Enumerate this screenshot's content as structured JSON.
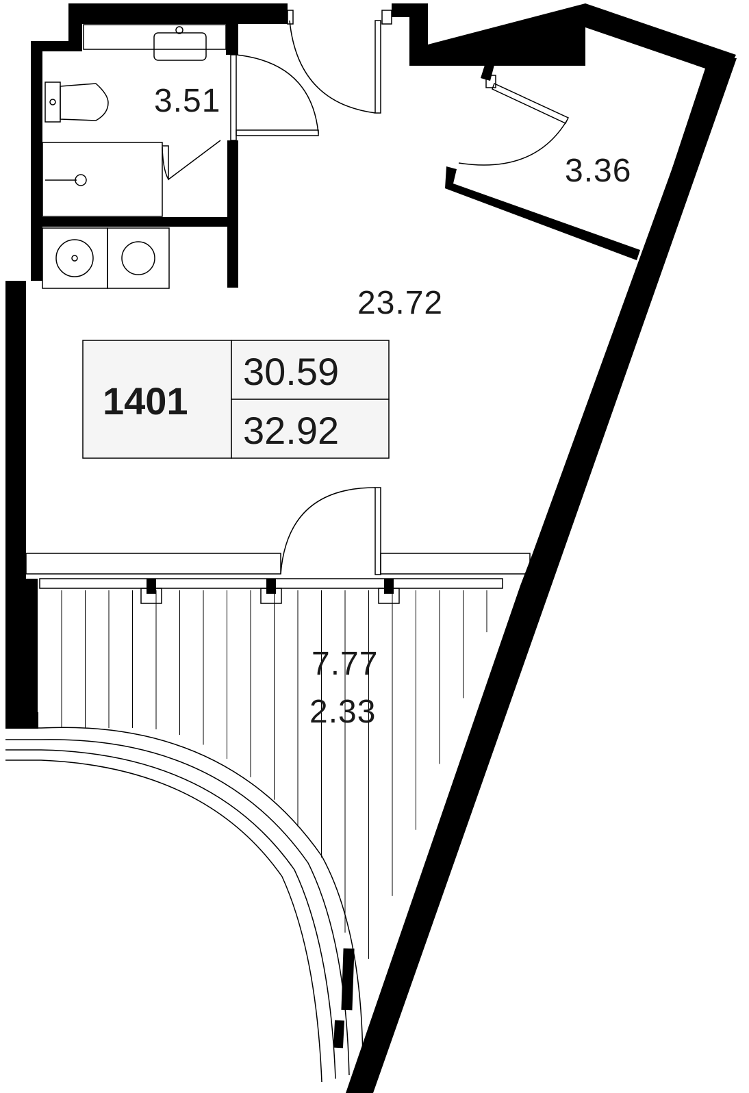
{
  "plan": {
    "unit_number": "1401",
    "living_area": "30.59",
    "total_area": "32.92"
  },
  "rooms": {
    "bathroom_area": "3.51",
    "wardrobe_area": "3.36",
    "main_room_area": "23.72",
    "balcony_area": "7.77",
    "balcony_reduced_area": "2.33"
  },
  "colors": {
    "wall": "#000000",
    "summary_box": "#f5f5f5",
    "text": "#1a1a1a"
  }
}
